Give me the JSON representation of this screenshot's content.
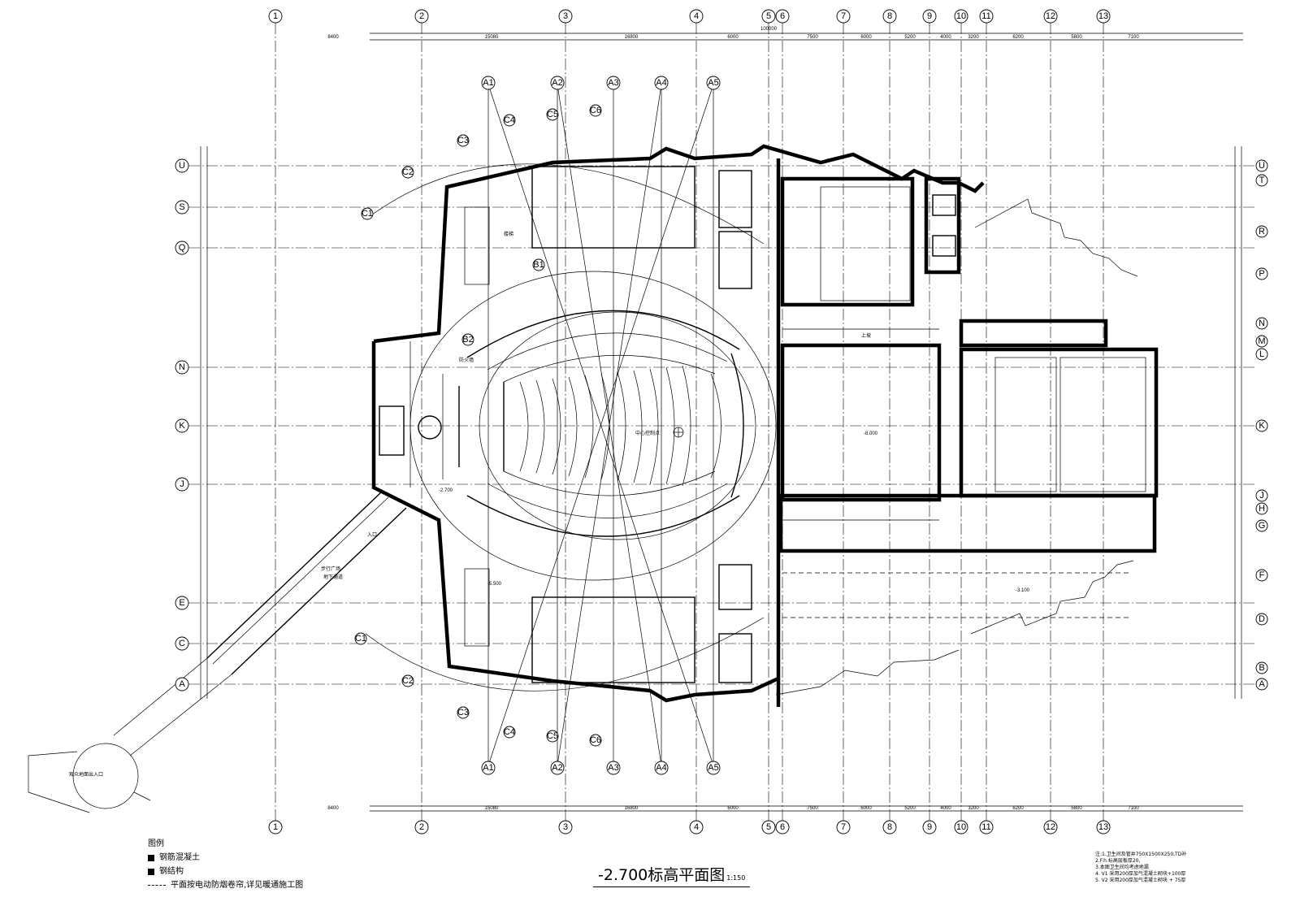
{
  "title": "-2.700标高平面图",
  "title_scale": "1:150",
  "legend": {
    "heading": "图例",
    "items": [
      {
        "symbol": "filled-square",
        "label": "钢筋混凝土"
      },
      {
        "symbol": "filled-square",
        "label": "钢结构"
      },
      {
        "symbol": "dashed-line",
        "label": "平面按电动防烟卷帘,详见暖通施工图"
      }
    ]
  },
  "notes": [
    "注:1.卫生间及管井750X1500X250,TD补",
    "2.F.h.标高层板厚20,",
    "3.本图卫生间均考虑地漏",
    "4. V1 采用200厚加气混凝土砌块+100厚",
    "5. V2 采用200厚加气混凝土砌块 + 75厚"
  ],
  "grid_columns": [
    "1",
    "2",
    "3",
    "4",
    "5",
    "6",
    "7",
    "8",
    "9",
    "10",
    "11",
    "12",
    "13"
  ],
  "grid_rows_left": [
    "U",
    "S",
    "Q",
    "N",
    "K",
    "J",
    "E",
    "C",
    "A"
  ],
  "grid_rows_right": [
    "U",
    "T",
    "R",
    "P",
    "N",
    "M",
    "L",
    "K",
    "J",
    "H",
    "G",
    "F",
    "D",
    "B",
    "A"
  ],
  "radial_axes": [
    "A1",
    "A2",
    "A3",
    "A4",
    "A5"
  ],
  "arc_axes_top": [
    "C1",
    "C2",
    "C3",
    "C4",
    "C5",
    "C6"
  ],
  "arc_axes_bottom": [
    "C1",
    "C2",
    "C3",
    "C4",
    "C5",
    "C6"
  ],
  "inner_axes": [
    "B1",
    "B2"
  ],
  "dimensions_top": [
    "8400",
    "15080",
    "16800",
    "6000",
    "7500",
    "6000",
    "5200",
    "4000",
    "3200",
    "6200",
    "5800",
    "7100"
  ],
  "dimensions_total": "100000",
  "labels": {
    "elevation_main": "-5.500",
    "elevation_stage": "-8.000",
    "elevation_corridor": "-2.700",
    "elevation_right": "-3.100",
    "center_mark": "中心控制点",
    "ramp_label": "步行广场",
    "ramp_sub": "地下通道",
    "plaza_entry": "观众地面出入口",
    "up": "上坡",
    "fire_wall": "防火墙",
    "entrance": "入口",
    "stair": "楼梯"
  }
}
